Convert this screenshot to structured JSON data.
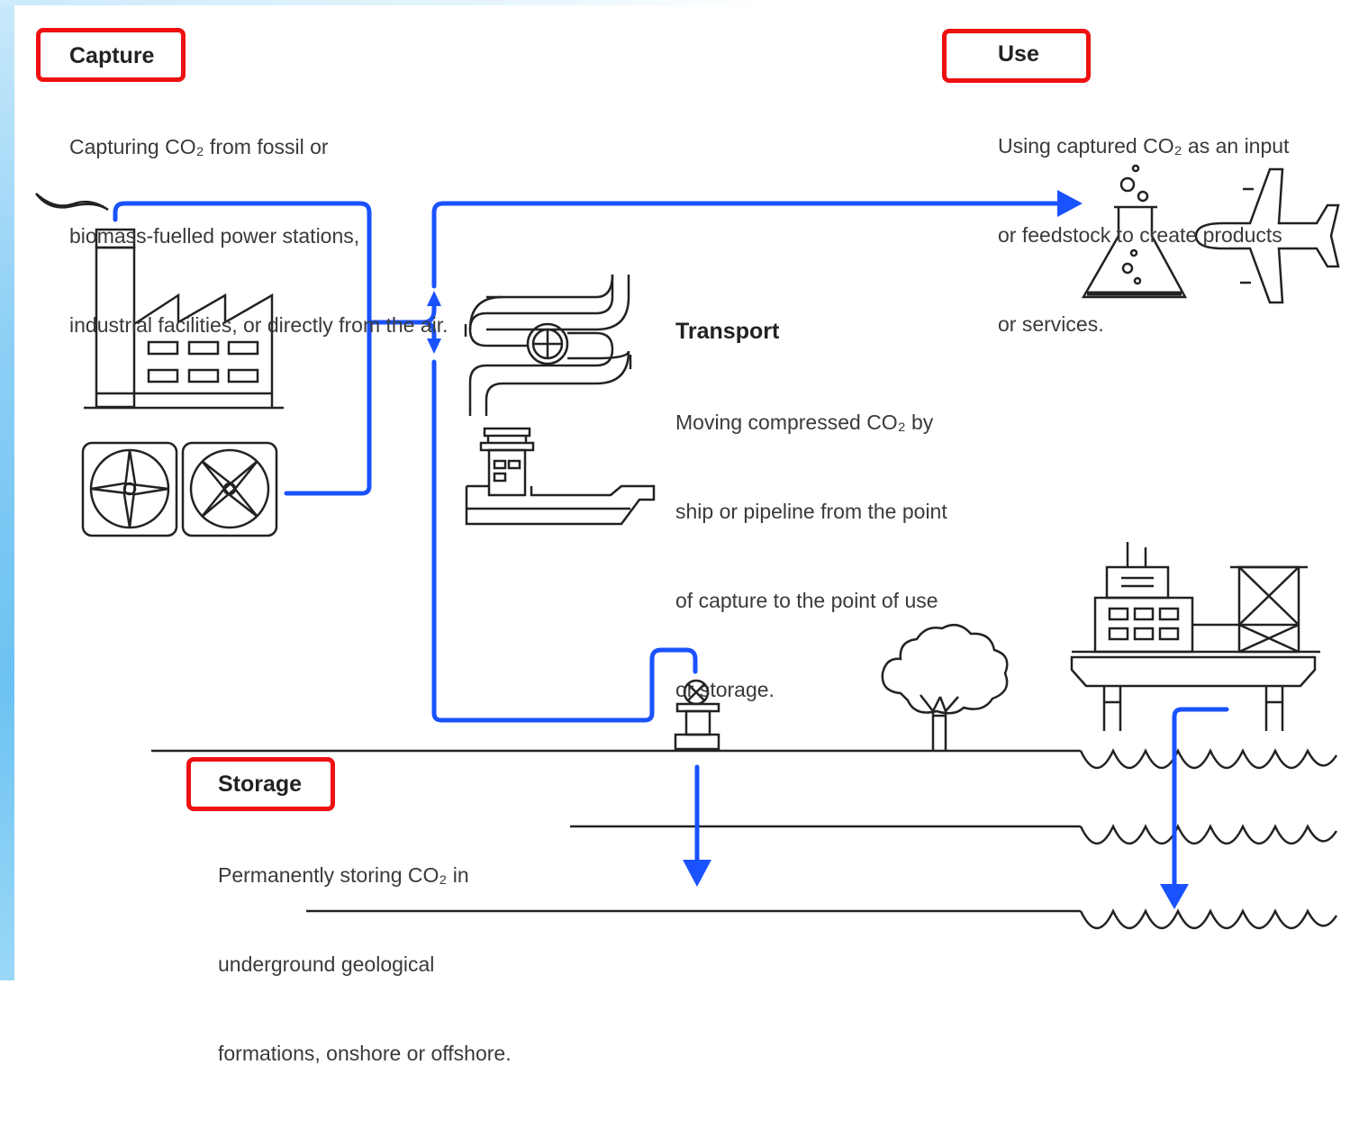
{
  "sections": {
    "capture": {
      "title": "Capture",
      "lines": [
        "Capturing CO₂ from fossil or",
        "biomass-fuelled power stations,",
        "industrial facilities, or directly from the air."
      ]
    },
    "use": {
      "title": "Use",
      "lines": [
        "Using captured CO₂ as an input",
        "or feedstock to create products",
        "or services."
      ]
    },
    "transport": {
      "title": "Transport",
      "lines": [
        "Moving compressed CO₂ by",
        "ship or pipeline from the point",
        "of capture to the point of use",
        "or storage."
      ]
    },
    "storage": {
      "title": "Storage",
      "lines": [
        "Permanently storing CO₂ in",
        "underground geological",
        "formations, onshore or offshore."
      ]
    }
  },
  "colors": {
    "flow": "#1a52ff",
    "highlight": "#ee1111",
    "ink": "#222222"
  },
  "icons": [
    "factory-icon",
    "direct-air-capture-fans-icon",
    "pipeline-icon",
    "ship-icon",
    "flask-icon",
    "airplane-icon",
    "injection-wellhead-icon",
    "tree-icon",
    "offshore-platform-icon",
    "water-waves-icon"
  ]
}
